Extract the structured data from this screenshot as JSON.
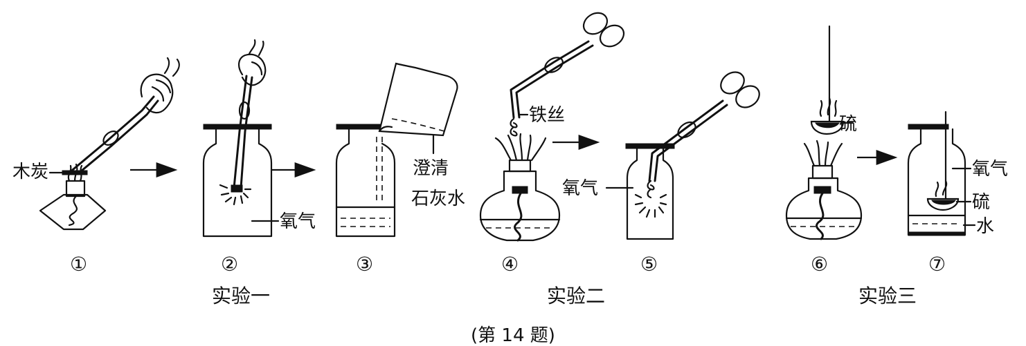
{
  "labels": {
    "charcoal": "木炭",
    "oxygen_2": "氧气",
    "limewater_line1": "澄清",
    "limewater_line2": "石灰水",
    "iron_wire": "铁丝",
    "oxygen_5": "氧气",
    "sulfur_6": "硫",
    "oxygen_7": "氧气",
    "sulfur_7": "硫",
    "water_7": "水"
  },
  "step_numbers": [
    "①",
    "②",
    "③",
    "④",
    "⑤",
    "⑥",
    "⑦"
  ],
  "groups": {
    "exp1": "实验一",
    "exp2": "实验二",
    "exp3": "实验三"
  },
  "caption": "(第 14 题)"
}
